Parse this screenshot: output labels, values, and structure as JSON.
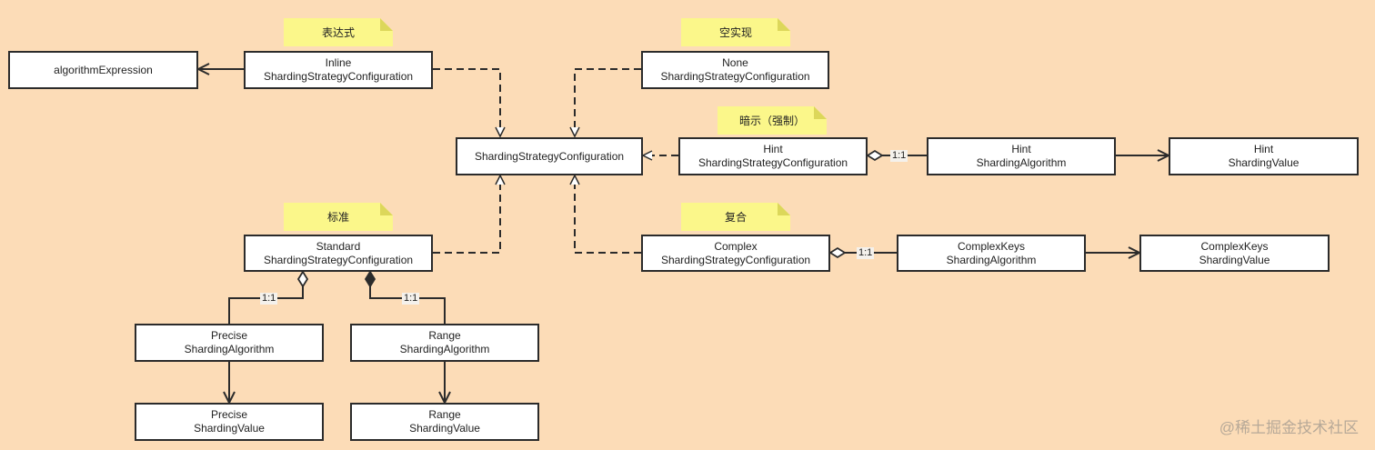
{
  "boxes": {
    "algorithm_expression": {
      "lines": [
        "algorithmExpression"
      ]
    },
    "inline_config": {
      "lines": [
        "Inline",
        "ShardingStrategyConfiguration"
      ]
    },
    "none_config": {
      "lines": [
        "None",
        "ShardingStrategyConfiguration"
      ]
    },
    "strategy_config": {
      "lines": [
        "ShardingStrategyConfiguration"
      ]
    },
    "hint_config": {
      "lines": [
        "Hint",
        "ShardingStrategyConfiguration"
      ]
    },
    "hint_algorithm": {
      "lines": [
        "Hint",
        "ShardingAlgorithm"
      ]
    },
    "hint_value": {
      "lines": [
        "Hint",
        "ShardingValue"
      ]
    },
    "standard_config": {
      "lines": [
        "Standard",
        "ShardingStrategyConfiguration"
      ]
    },
    "complex_config": {
      "lines": [
        "Complex",
        "ShardingStrategyConfiguration"
      ]
    },
    "complexkeys_algorithm": {
      "lines": [
        "ComplexKeys",
        "ShardingAlgorithm"
      ]
    },
    "complexkeys_value": {
      "lines": [
        "ComplexKeys",
        "ShardingValue"
      ]
    },
    "precise_algorithm": {
      "lines": [
        "Precise",
        "ShardingAlgorithm"
      ]
    },
    "range_algorithm": {
      "lines": [
        "Range",
        "ShardingAlgorithm"
      ]
    },
    "precise_value": {
      "lines": [
        "Precise",
        "ShardingValue"
      ]
    },
    "range_value": {
      "lines": [
        "Range",
        "ShardingValue"
      ]
    }
  },
  "notes": {
    "inline": "表达式",
    "none": "空实现",
    "hint": "暗示（强制）",
    "standard": "标准",
    "complex": "复合"
  },
  "multiplicity": {
    "hint": "1:1",
    "complex": "1:1",
    "precise": "1:1",
    "range": "1:1"
  },
  "watermark": "@稀土掘金技术社区",
  "colors": {
    "background": "#fcdcb7",
    "box_fill": "#ffffff",
    "box_border": "#2b2b2b",
    "note_fill": "#fbf78a",
    "line": "#2b2b2b"
  }
}
